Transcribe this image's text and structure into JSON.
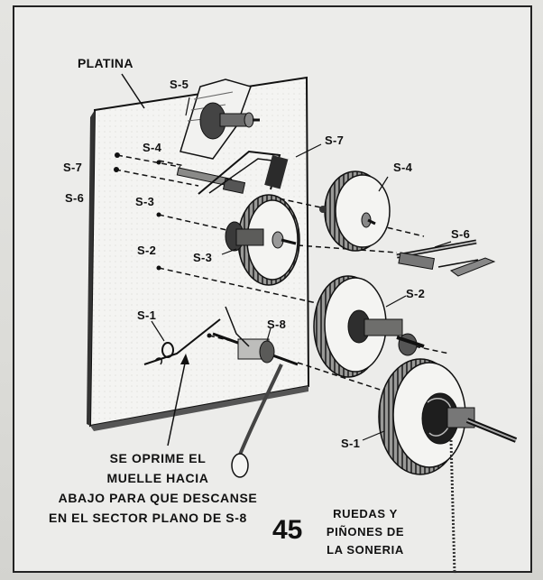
{
  "labels": {
    "platina": "PLATINA",
    "s5": "S-5",
    "s4_left": "S-4",
    "s7_left": "S-7",
    "s6_left": "S-6",
    "s3_left": "S-3",
    "s2_left": "S-2",
    "s1_left": "S-1",
    "s7_right": "S-7",
    "s4_right": "S-4",
    "s6_right": "S-6",
    "s3_wheel": "S-3",
    "s2_wheel": "S-2",
    "s8": "S-8",
    "s1_wheel": "S-1"
  },
  "note_lines": [
    "SE OPRIME EL",
    "MUELLE HACIA",
    "ABAJO PARA QUE DESCANSE",
    "EN EL SECTOR PLANO DE    S-8"
  ],
  "page_number": "45",
  "caption_lines": [
    "RUEDAS Y",
    "PIÑONES DE",
    "LA SONERIA"
  ]
}
